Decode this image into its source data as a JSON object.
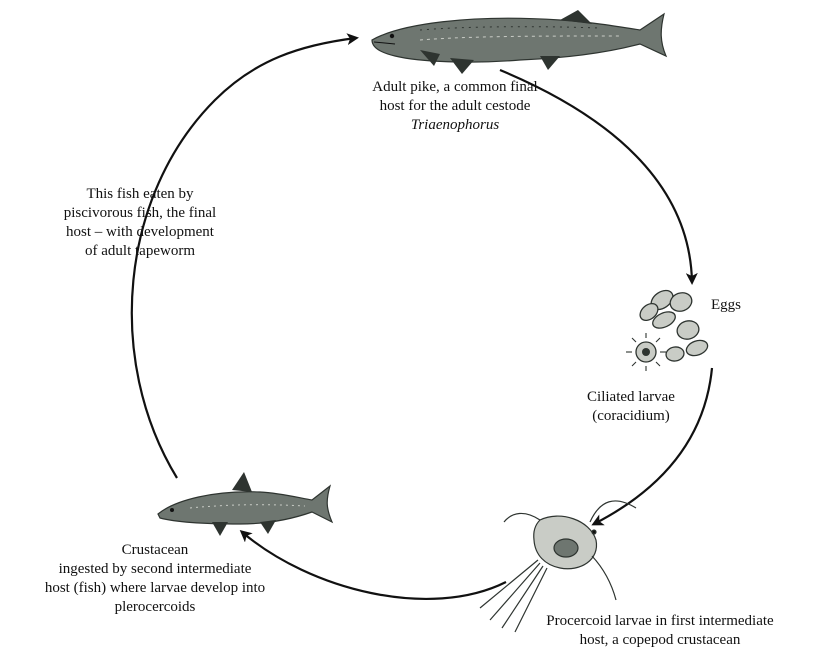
{
  "diagram": {
    "nodes": {
      "adult_pike": {
        "lines": [
          "Adult pike, a common final",
          "host for the adult cestode"
        ],
        "italic_line": "Triaenophorus",
        "icon": "pike-fish-icon"
      },
      "eggs": {
        "label": "Eggs",
        "icon": "eggs-icon"
      },
      "ciliated_larvae": {
        "lines": [
          "Ciliated larvae",
          "(coracidium)"
        ],
        "icon": "coracidium-icon"
      },
      "procercoid": {
        "lines": [
          "Procercoid larvae in first intermediate",
          "host, a copepod crustacean"
        ],
        "icon": "copepod-icon"
      },
      "crustacean_ingested": {
        "lines": [
          "Crustacean",
          "ingested by second intermediate",
          "host (fish) where larvae develop into",
          "plerocercoids"
        ],
        "icon": "small-fish-icon"
      },
      "fish_eaten": {
        "lines": [
          "This fish eaten by",
          "piscivorous fish, the final",
          "host – with development",
          "of adult tapeworm"
        ]
      }
    },
    "colors": {
      "ink": "#111111",
      "fish_fill": "#6e7670",
      "fish_dark": "#2e3430",
      "egg_fill": "#c9ccc6"
    }
  }
}
